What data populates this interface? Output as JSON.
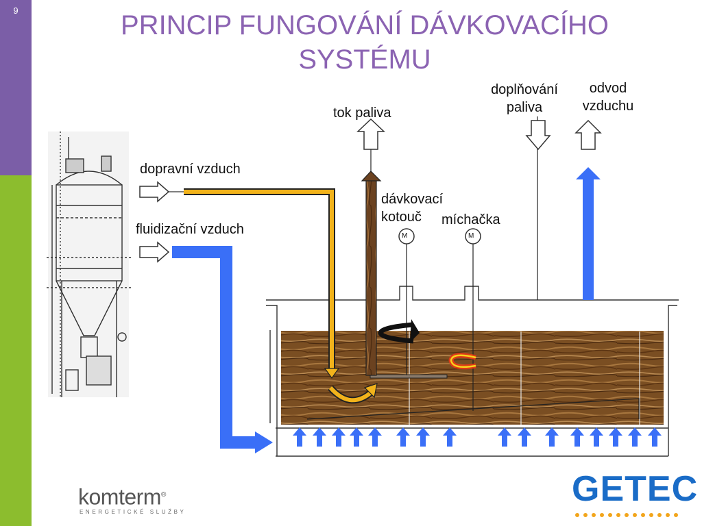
{
  "slide": {
    "number": "9",
    "title_line1": "PRINCIP FUNGOVÁNÍ DÁVKOVACÍHO",
    "title_line2": "SYSTÉMU"
  },
  "labels": {
    "fuel_flow": "tok paliva",
    "fuel_refill_1": "doplňování",
    "fuel_refill_2": "paliva",
    "air_outlet_1": "odvod",
    "air_outlet_2": "vzduchu",
    "transport_air": "dopravní vzduch",
    "fluidization_air": "fluidizační vzduch",
    "dosing_disc_1": "dávkovací",
    "dosing_disc_2": "kotouč",
    "mixer": "míchačka",
    "motor_1": "M",
    "motor_2": "M"
  },
  "logos": {
    "komterm_name": "komterm",
    "komterm_reg": "®",
    "komterm_subtitle": "ENERGETICKÉ SLUŽBY",
    "getec": "GETEC"
  },
  "colors": {
    "purple": "#7b5ea7",
    "green": "#8cbd2e",
    "title": "#8b63b2",
    "air_blue": "#3a6ff7",
    "fuel_yellow": "#f2b31b",
    "getec_blue": "#1a6cc7"
  },
  "icons": [
    "silo-illustration",
    "motor-icon",
    "wood-texture",
    "mixer-paddle-icon",
    "dosing-disc-icon"
  ]
}
